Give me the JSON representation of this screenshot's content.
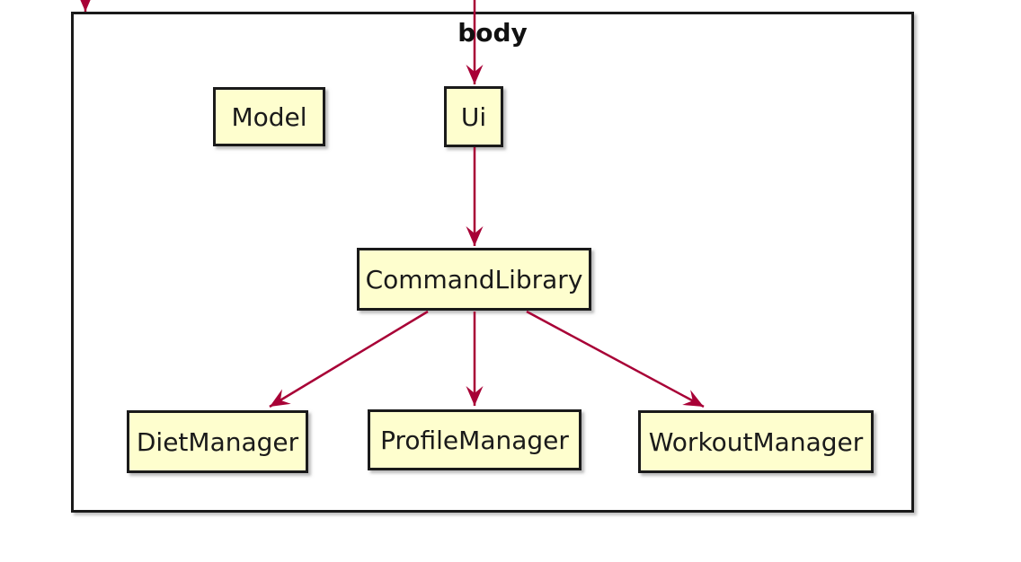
{
  "diagram": {
    "type": "uml-package-diagram",
    "container": {
      "label": "body"
    },
    "nodes": [
      {
        "id": "model",
        "label": "Model"
      },
      {
        "id": "ui",
        "label": "Ui"
      },
      {
        "id": "commandlibrary",
        "label": "CommandLibrary"
      },
      {
        "id": "dietmanager",
        "label": "DietManager"
      },
      {
        "id": "profilemanager",
        "label": "ProfileManager"
      },
      {
        "id": "workoutmanager",
        "label": "WorkoutManager"
      }
    ],
    "edges": [
      {
        "from": "offscreen-top",
        "to": "body-container"
      },
      {
        "from": "offscreen-top",
        "to": "Ui"
      },
      {
        "from": "Ui",
        "to": "CommandLibrary"
      },
      {
        "from": "CommandLibrary",
        "to": "DietManager"
      },
      {
        "from": "CommandLibrary",
        "to": "ProfileManager"
      },
      {
        "from": "CommandLibrary",
        "to": "WorkoutManager"
      }
    ],
    "colors": {
      "node_fill": "#fefece",
      "node_border": "#1a1a1a",
      "arrow": "#a80036",
      "container_border": "#1a1a1a",
      "background": "#ffffff"
    }
  }
}
